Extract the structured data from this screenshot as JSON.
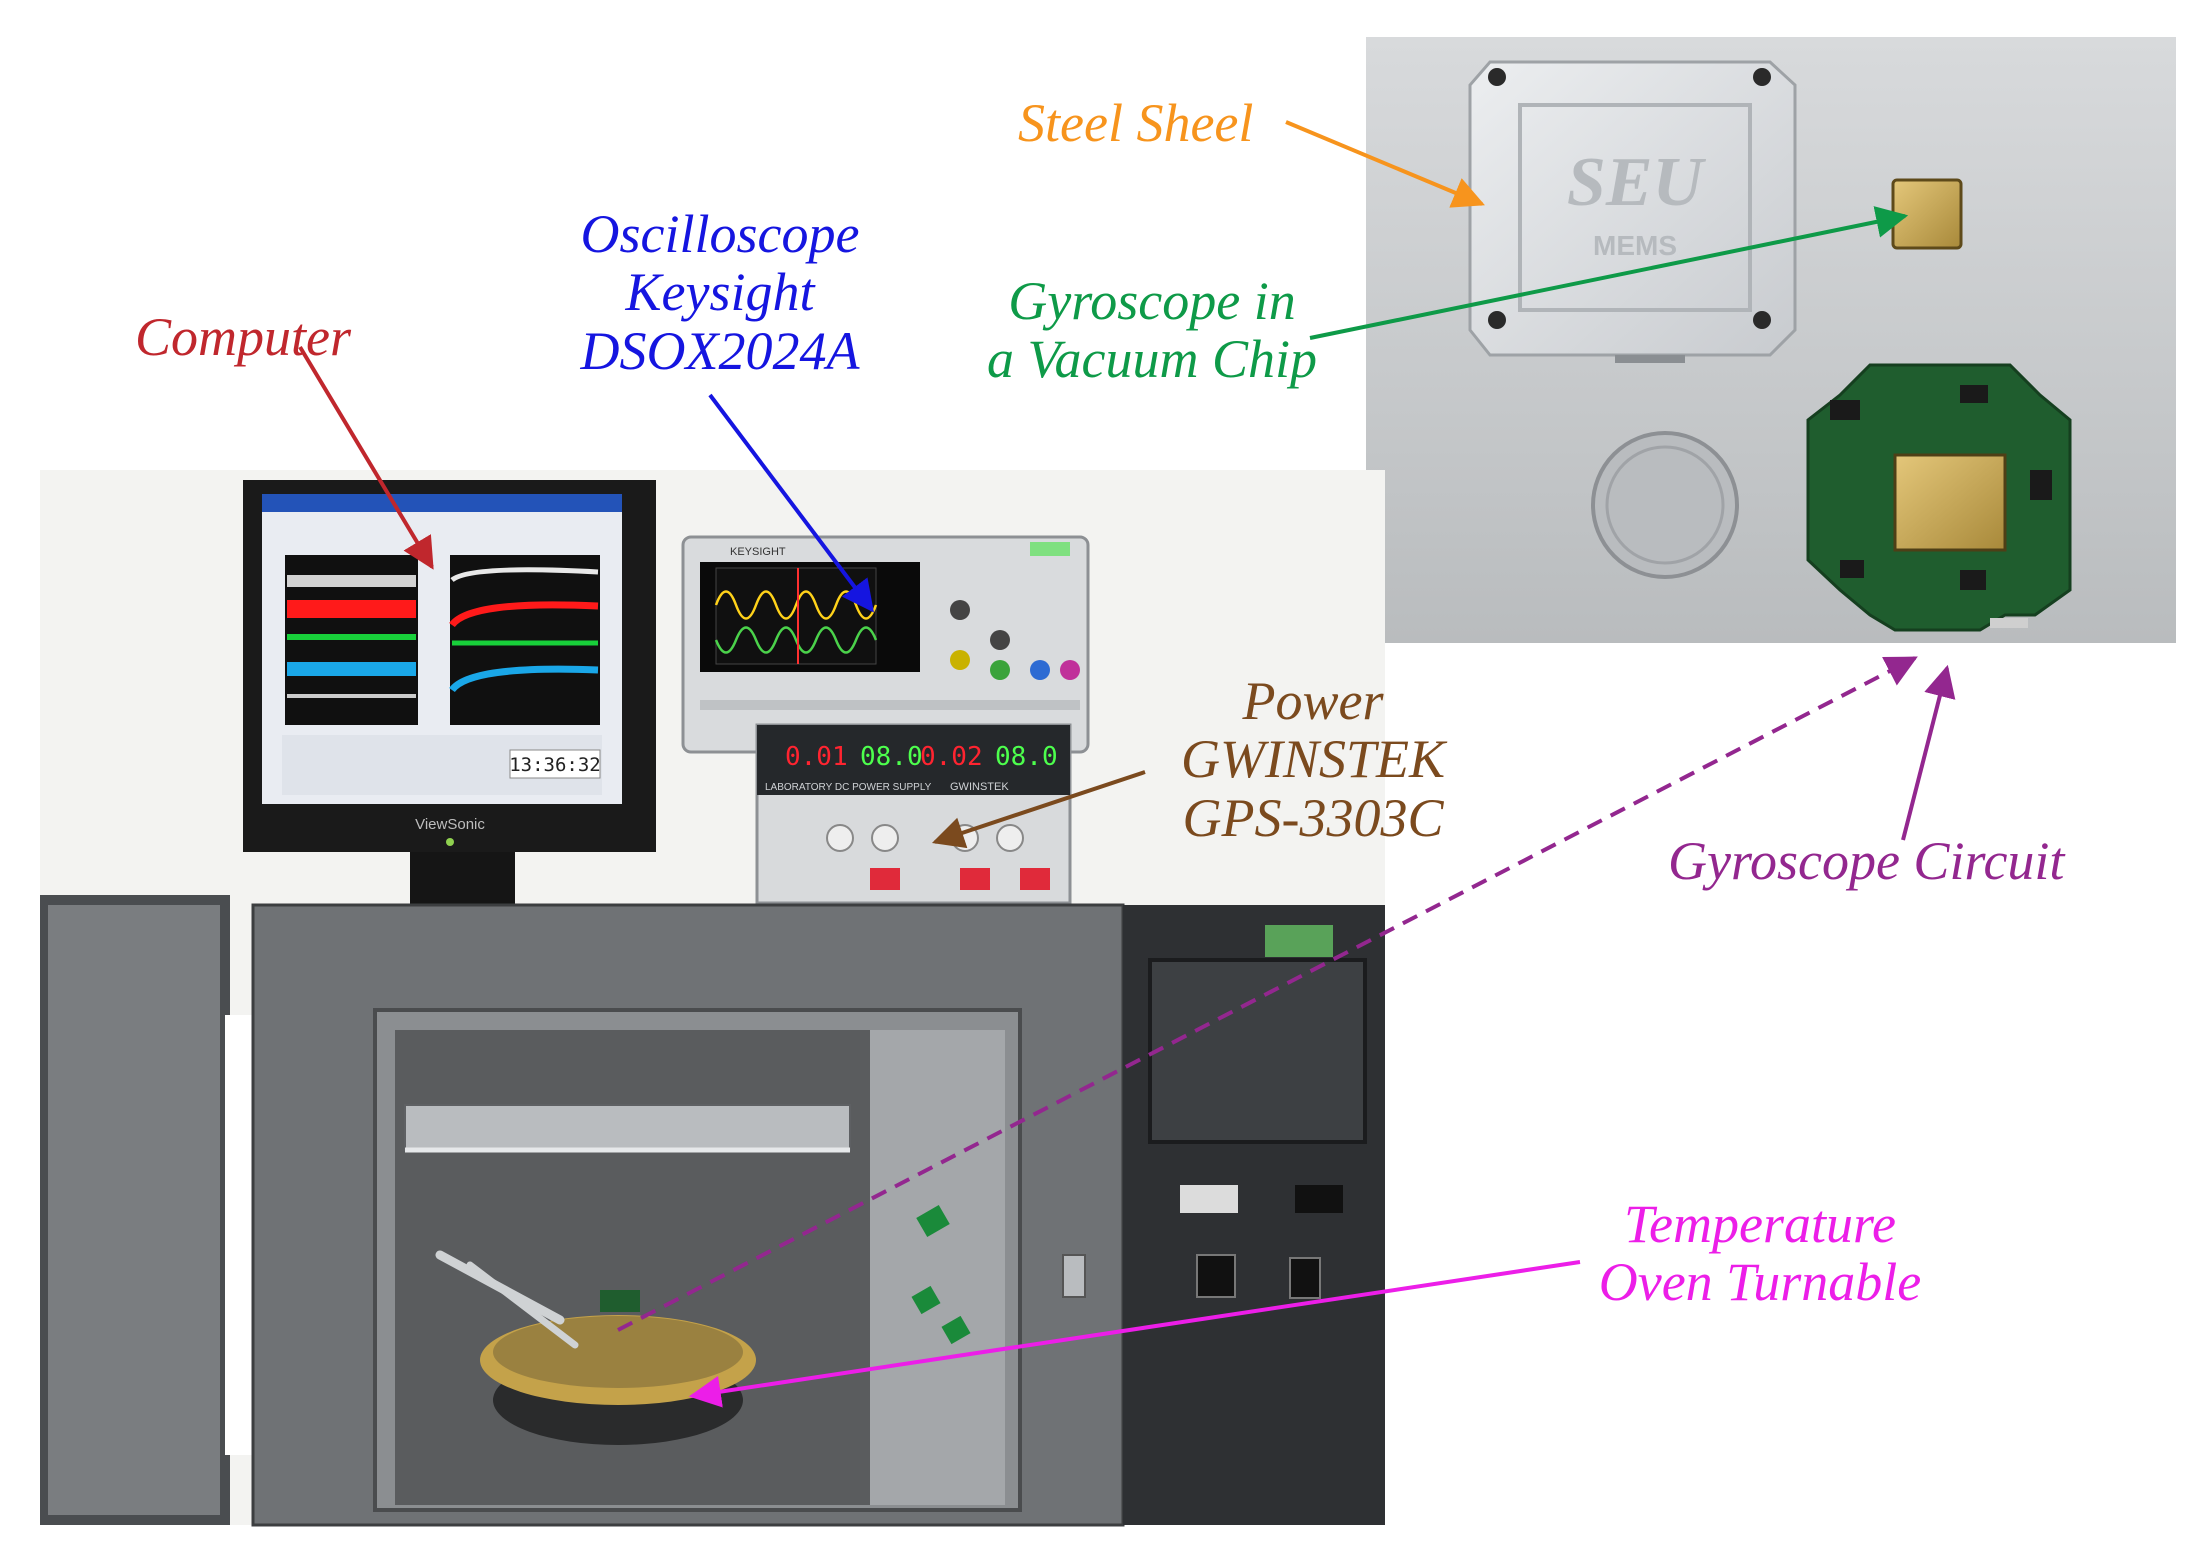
{
  "labels": {
    "computer": "Computer",
    "oscilloscope": [
      "Oscilloscope",
      "Keysight",
      "DSOX2024A"
    ],
    "steel_sheel": "Steel Sheel",
    "gyro_chip": [
      "Gyroscope in",
      "a Vacuum Chip"
    ],
    "power": [
      "Power",
      "GWINSTEK",
      "GPS-3303C"
    ],
    "gyro_circuit": "Gyroscope Circuit",
    "oven": [
      "Temperature",
      "Oven Turnable"
    ]
  },
  "device_text": {
    "monitor_brand": "ViewSonic",
    "monitor_clock": "13:36:32",
    "housing_logo": "SEU",
    "housing_sub": "MEMS",
    "psu_readouts": [
      "0.01",
      "08.0",
      "0.02",
      "08.0"
    ],
    "psu_brand": "GWINSTEK",
    "psu_panel": "LABORATORY DC POWER SUPPLY",
    "scope_brand": "KEYSIGHT"
  },
  "colors": {
    "computer": "#c0272d",
    "oscilloscope": "#1515e0",
    "steel_sheel": "#f7941d",
    "gyro_chip": "#0e9a48",
    "power": "#7b4a1e",
    "gyro_circuit": "#93278f",
    "oven": "#ec1ee8"
  }
}
